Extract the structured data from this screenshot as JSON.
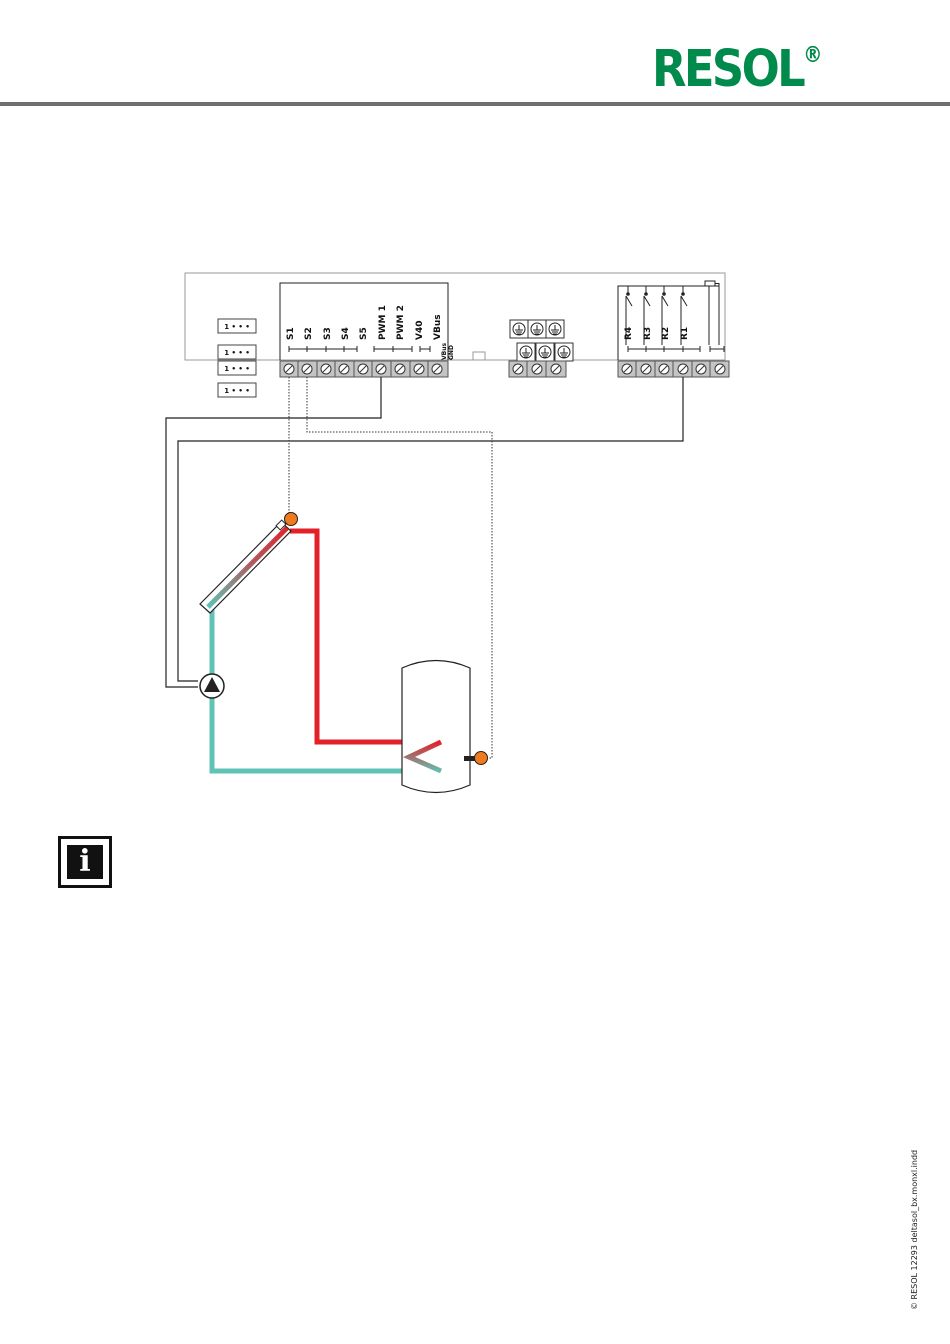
{
  "brand": {
    "name": "RESOL",
    "registered_mark": "®"
  },
  "info_icon": {
    "glyph": "i"
  },
  "controller": {
    "sensor_terminals": [
      "S1",
      "S2",
      "S3",
      "S4",
      "S5",
      "PWM 1",
      "PWM 2",
      "V40",
      "VBus"
    ],
    "vbus_gnd_label_top": "VBus",
    "vbus_gnd_label_bottom": "GND",
    "relay_terminals": [
      "R4",
      "R3",
      "R2",
      "R1"
    ],
    "plug_connectors": [
      "1 • • •",
      "1 • • •",
      "1 • • •",
      "1 • • •"
    ],
    "earth_symbol": "⏚"
  },
  "colors": {
    "brand_green": "#008a4b",
    "flow_red": "#e32128",
    "return_teal": "#5fc3b5",
    "sensor_orange": "#f07a1e",
    "terminal_gray": "#c4c4c4"
  },
  "footer": {
    "document_code": "© RESOL 12293 deltasol_bx.monxl.indd"
  }
}
